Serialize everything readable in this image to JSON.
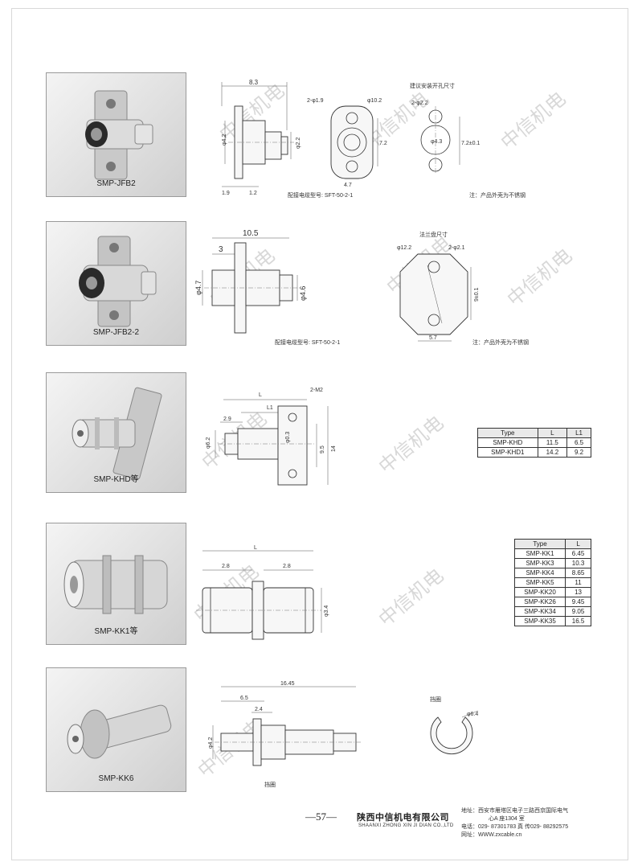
{
  "products": [
    {
      "model": "SMP-JFB2",
      "dims": {
        "length": "8.3",
        "body_dia": "φ4.2",
        "pin_dia": "φ2.2",
        "flange_t": "1.9",
        "tail": "1.2",
        "holes": "2-φ1.9",
        "flange_dia": "φ10.2",
        "pitch": "7.2",
        "width": "4.7",
        "cut_title": "建议安装开孔尺寸",
        "cut_holes": "2-φ2.2",
        "cut_dia": "φ4.3",
        "cut_pitch": "7.2±0.1"
      },
      "cable_note": "配接电缆型号: SFT-50-2-1",
      "material_note": "注：产品外壳为不锈钢"
    },
    {
      "model": "SMP-JFB2-2",
      "dims": {
        "length": "10.5",
        "flange_off": "3",
        "body_dia": "φ4.7",
        "pin_dia": "φ4.6",
        "flange_title": "法兰盘尺寸",
        "flange_dia": "φ12.2",
        "holes": "2-φ2.1",
        "pitch": "9±0.1",
        "width": "5.7"
      },
      "cable_note": "配接电缆型号: SFT-50-2-1",
      "material_note": "注：产品外壳为不锈钢"
    },
    {
      "model": "SMP-KHD等",
      "dims": {
        "length": "L",
        "l1": "L1",
        "front": "2.9",
        "holes": "2-M2",
        "pin": "φ0.3",
        "body_dia": "φ6.2",
        "inner_h": "9.5",
        "outer_h": "14"
      },
      "table": {
        "headers": [
          "Type",
          "L",
          "L1"
        ],
        "rows": [
          [
            "SMP-KHD",
            "11.5",
            "6.5"
          ],
          [
            "SMP-KHD1",
            "14.2",
            "9.2"
          ]
        ]
      }
    },
    {
      "model": "SMP-KK1等",
      "dims": {
        "length": "L",
        "left": "2.8",
        "right": "2.8",
        "dia": "φ3.4"
      },
      "table": {
        "headers": [
          "Type",
          "L"
        ],
        "rows": [
          [
            "SMP-KK1",
            "6.45"
          ],
          [
            "SMP-KK3",
            "10.3"
          ],
          [
            "SMP-KK4",
            "8.65"
          ],
          [
            "SMP-KK5",
            "11"
          ],
          [
            "SMP-KK20",
            "13"
          ],
          [
            "SMP-KK26",
            "9.45"
          ],
          [
            "SMP-KK34",
            "9.05"
          ],
          [
            "SMP-KK35",
            "16.5"
          ]
        ]
      }
    },
    {
      "model": "SMP-KK6",
      "dims": {
        "length": "16.45",
        "front": "6.5",
        "ring_w": "2.4",
        "dia": "φ4.2",
        "ring_label": "挡圈",
        "ring_dia": "φ6.4"
      }
    }
  ],
  "watermark": "中信机电",
  "footer": {
    "page_number": "—57—",
    "company": "陕西中信机电有限公司",
    "company_en": "SHAANXI ZHONG XIN JI DIAN CO.,LTD",
    "address_1": "地址：西安市雁塔区电子三路西京国际电气",
    "address_2": "心A 座1304 室",
    "phone": "电话：029- 87301783     真  传029- 88292575",
    "web": "网址：WWW.zxcable.cn"
  }
}
